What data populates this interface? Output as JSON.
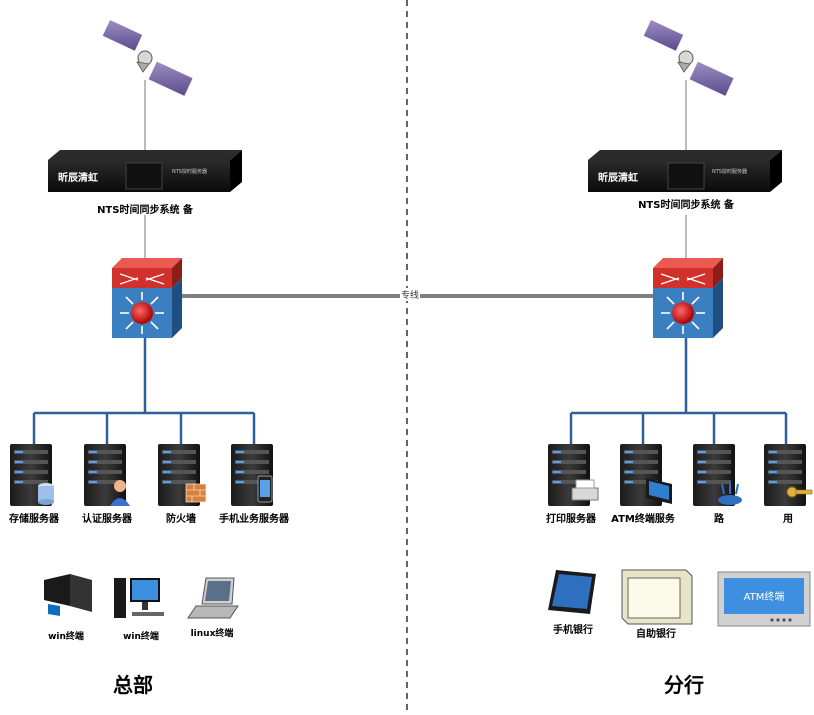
{
  "link_label": "专线",
  "sites": {
    "hq": {
      "name": "总部",
      "nts_label": "NTS时间同步系统 备",
      "device_brand": "昕辰清虹",
      "device_model": "NTS授时服务器",
      "servers": [
        "存储服务器",
        "认证服务器",
        "防火墙",
        "手机业务服务器"
      ],
      "terminals": [
        "win终端",
        "win终端",
        "linux终端"
      ]
    },
    "branch": {
      "name": "分行",
      "nts_label": "NTS时间同步系统 备",
      "device_brand": "昕辰清虹",
      "device_model": "NTS授时服务器",
      "servers": [
        "打印服务器",
        "ATM终端服务",
        "路",
        "用"
      ],
      "terminals": [
        "手机银行",
        "自助银行"
      ],
      "atm_screen_text": "ATM终端"
    }
  },
  "colors": {
    "lan": "#2f5f9c",
    "trunk": "#7f7f7f",
    "switch_top": "#d0322b",
    "switch_body": "#3a7fbf",
    "divider": "#666666"
  }
}
